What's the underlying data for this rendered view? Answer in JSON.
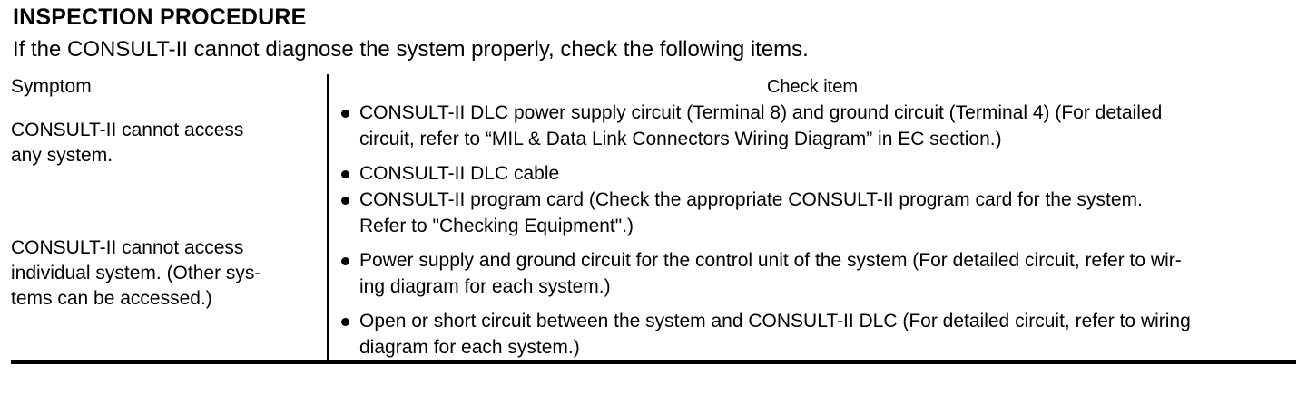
{
  "document": {
    "title": "INSPECTION PROCEDURE",
    "intro": "If the CONSULT-II cannot diagnose the system properly, check the following items."
  },
  "table": {
    "headers": {
      "symptom": "Symptom",
      "check_item": "Check item"
    },
    "rows": [
      {
        "symptom_lines": [
          "CONSULT-II cannot access",
          "any system."
        ],
        "bullets": [
          {
            "lines": [
              "CONSULT-II DLC power supply circuit (Terminal 8) and ground circuit (Terminal 4) (For detailed",
              "circuit, refer to “MIL & Data Link Connectors Wiring Diagram” in EC section.)"
            ]
          },
          {
            "lines": [
              "CONSULT-II DLC cable"
            ]
          }
        ]
      },
      {
        "symptom_lines": [
          "CONSULT-II cannot access",
          "individual system. (Other sys-",
          "tems can be accessed.)"
        ],
        "bullets": [
          {
            "lines": [
              "CONSULT-II program card (Check the appropriate CONSULT-II program card for the system.",
              "Refer to \"Checking Equipment\".)"
            ]
          },
          {
            "lines": [
              "Power supply and ground circuit for the control unit of the system (For detailed circuit, refer to wir-",
              "ing diagram for each system.)"
            ]
          },
          {
            "lines": [
              "Open or short circuit between the system and CONSULT-II DLC (For detailed circuit, refer to wiring",
              "diagram for each system.)"
            ]
          }
        ]
      }
    ]
  },
  "colors": {
    "text": "#000000",
    "background": "#ffffff",
    "rule": "#000000"
  }
}
